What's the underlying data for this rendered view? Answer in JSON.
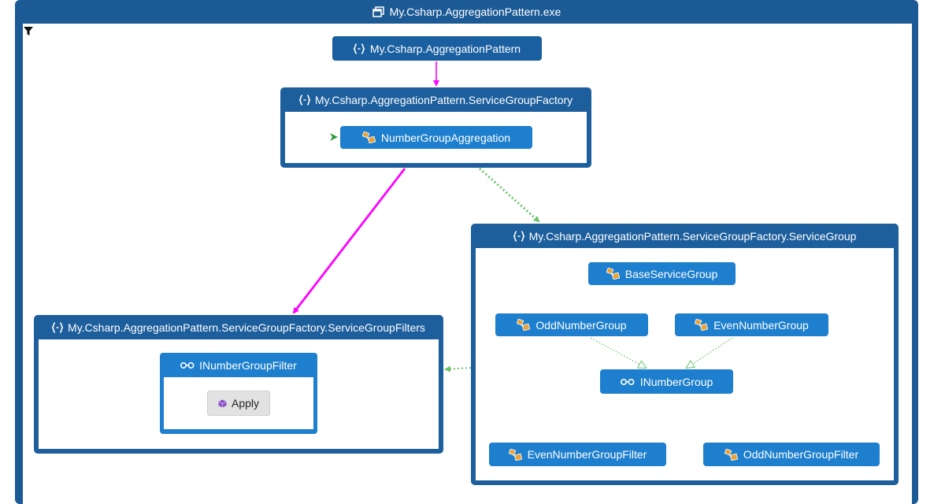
{
  "assembly": {
    "title": "My.Csharp.AggregationPattern.exe"
  },
  "namespaces": {
    "root": {
      "label": "My.Csharp.AggregationPattern"
    },
    "factory": {
      "label": "My.Csharp.AggregationPattern.ServiceGroupFactory"
    },
    "service_group": {
      "label": "My.Csharp.AggregationPattern.ServiceGroupFactory.ServiceGroup"
    },
    "filters": {
      "label": "My.Csharp.AggregationPattern.ServiceGroupFactory.ServiceGroupFilters"
    }
  },
  "classes": {
    "number_group_aggregation": "NumberGroupAggregation",
    "base_service_group": "BaseServiceGroup",
    "odd_number_group": "OddNumberGroup",
    "even_number_group": "EvenNumberGroup",
    "even_number_group_filter": "EvenNumberGroupFilter",
    "odd_number_group_filter": "OddNumberGroupFilter"
  },
  "interfaces": {
    "inumber_group": "INumberGroup",
    "inumber_group_filter": "INumberGroupFilter"
  },
  "methods": {
    "apply": "Apply"
  },
  "colors": {
    "frame": "#1c5a96",
    "container": "#1d5f9d",
    "node": "#1d7fcd",
    "dependency_link": "#ff00ff",
    "inheritance_link": "#6cc26c",
    "class_icon": "#e8a23a",
    "method_icon": "#8a4fc4"
  },
  "icons": {
    "assembly": "assembly-icon",
    "namespace": "namespace-icon",
    "class": "class-icon",
    "interface": "interface-icon",
    "method": "method-icon",
    "filter": "filter-icon",
    "entry": "entry-point-icon"
  }
}
